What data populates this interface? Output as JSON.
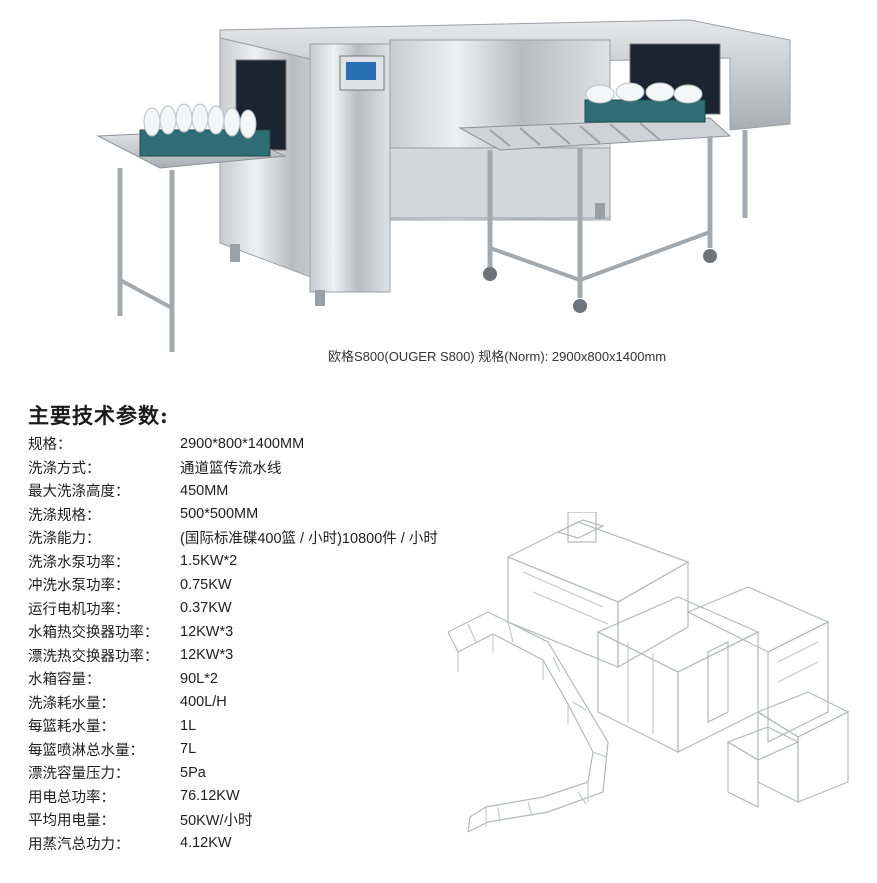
{
  "caption": "欧格S800(OUGER S800)  规格(Norm):  2900x800x1400mm",
  "spec_title": "主要技术参数:",
  "specs": [
    {
      "label": "规格：",
      "value": "2900*800*1400MM"
    },
    {
      "label": "洗涤方式：",
      "value": "通道篮传流水线"
    },
    {
      "label": "最大洗涤高度：",
      "value": "450MM"
    },
    {
      "label": "洗涤规格：",
      "value": "500*500MM"
    },
    {
      "label": "洗涤能力：",
      "value": "(国际标准碟400篮 / 小时)10800件 / 小时"
    },
    {
      "label": "洗涤水泵功率：",
      "value": "1.5KW*2"
    },
    {
      "label": "冲洗水泵功率：",
      "value": "0.75KW"
    },
    {
      "label": "运行电机功率：",
      "value": "0.37KW"
    },
    {
      "label": "水箱热交换器功率：",
      "value": "12KW*3"
    },
    {
      "label": "漂洗热交换器功率：",
      "value": "12KW*3"
    },
    {
      "label": "水箱容量：",
      "value": "90L*2"
    },
    {
      "label": "洗涤耗水量：",
      "value": "400L/H"
    },
    {
      "label": "每篮耗水量：",
      "value": "1L"
    },
    {
      "label": "每篮喷淋总水量：",
      "value": " 7L"
    },
    {
      "label": "漂洗容量压力：",
      "value": "5Pa"
    },
    {
      "label": "用电总功率：",
      "value": "76.12KW"
    },
    {
      "label": "平均用电量：",
      "value": "50KW/小时"
    },
    {
      "label": "用蒸汽总功力：",
      "value": "4.12KW"
    }
  ]
}
